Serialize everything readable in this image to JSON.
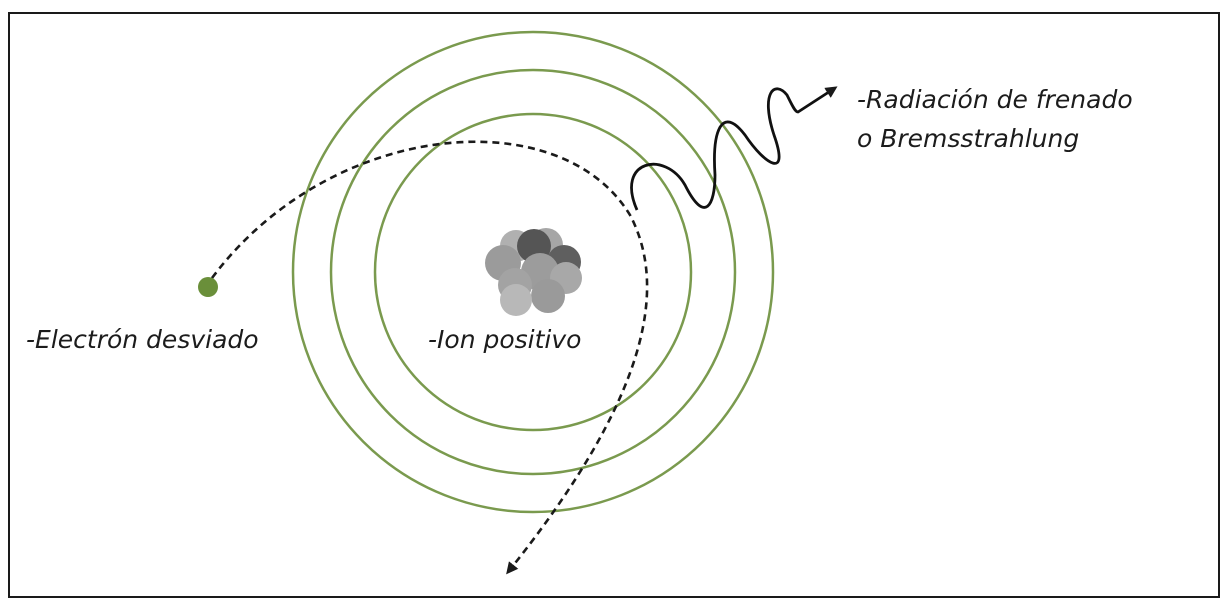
{
  "labels": {
    "electron": "-Electrón desviado",
    "ion": "-Ion positivo",
    "radiation_line1": "-Radiación de frenado",
    "radiation_line2": "o Bremsstrahlung"
  },
  "colors": {
    "shell": "#7a9a4e",
    "electron": "#6a8f3a",
    "trajectory": "#1a1a1a",
    "nucleus_light": "#9a9a9a",
    "nucleus_dark": "#555555"
  },
  "icons": {
    "nucleus": "nucleus-cluster",
    "electron": "electron-dot",
    "wave": "photon-wave-arrow"
  }
}
